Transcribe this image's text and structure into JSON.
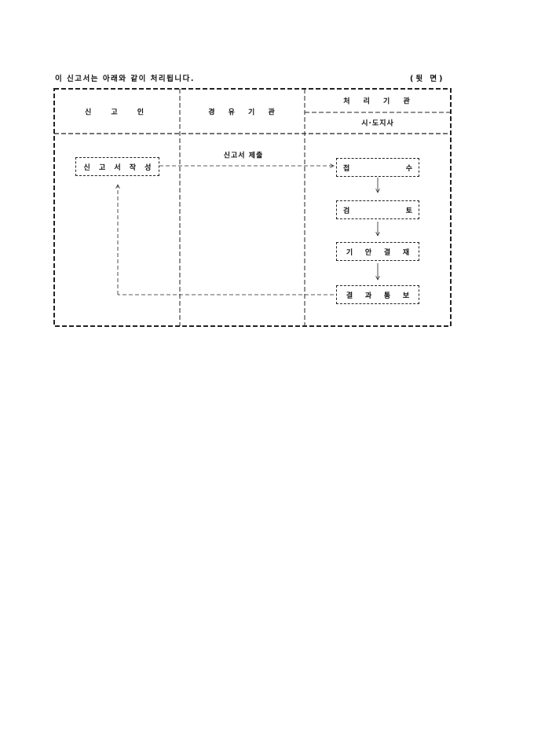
{
  "caption": {
    "left": "이 신고서는 아래와 같이 처리됩니다.",
    "right": "(뒷 면)"
  },
  "headers": {
    "applicant": "신 고 인",
    "intermediary": "경 유 기 관",
    "processing": "처 리 기 관",
    "processing_sub": "시·도지사"
  },
  "flow": {
    "submit_label": "신고서 제출",
    "write": [
      "신",
      "고",
      "서",
      "작",
      "성"
    ],
    "receive": [
      "접",
      "수"
    ],
    "review": [
      "검",
      "토"
    ],
    "approval": [
      "기",
      "안",
      "결",
      "재"
    ],
    "notify": [
      "결",
      "과",
      "통",
      "보"
    ]
  }
}
